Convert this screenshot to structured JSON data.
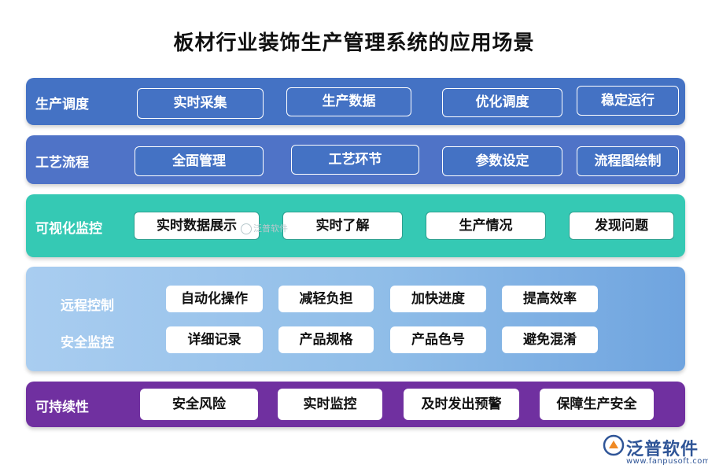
{
  "title": "板材行业装饰生产管理系统的应用场景",
  "rows": [
    {
      "label": "生产调度",
      "items": [
        "实时采集",
        "生产数据",
        "优化调度",
        "稳定运行"
      ]
    },
    {
      "label": "工艺流程",
      "items": [
        "全面管理",
        "工艺环节",
        "参数设定",
        "流程图绘制"
      ]
    },
    {
      "label": "可视化监控",
      "items": [
        "实时数据展示",
        "实时了解",
        "生产情况",
        "发现问题"
      ]
    },
    {
      "labels": [
        "远程控制",
        "安全监控"
      ],
      "items": [
        "自动化操作",
        "减轻负担",
        "加快进度",
        "提高效率",
        "详细记录",
        "产品规格",
        "产品色号",
        "避免混淆"
      ]
    },
    {
      "label": "可持续性",
      "items": [
        "安全风险",
        "实时监控",
        "及时发出预警",
        "保障生产安全"
      ]
    }
  ],
  "watermark": "泛普软件",
  "logo": {
    "name": "泛普软件",
    "url": "www.fanpusoft.com"
  },
  "colors": {
    "band1": "#4472c4",
    "band2": "#4f73c7",
    "band3": "#35c9b4",
    "band4": "#8fbde8",
    "band5": "#7030a0"
  }
}
